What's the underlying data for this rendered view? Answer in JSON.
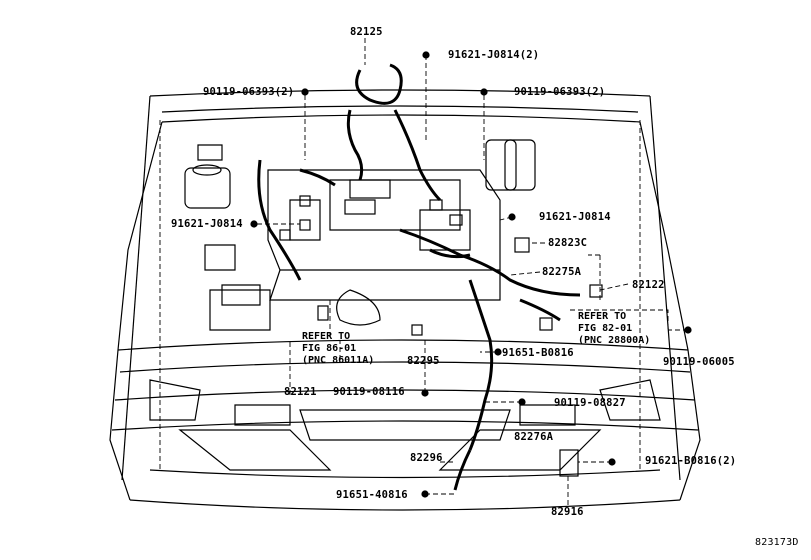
{
  "diagram_id": "823173D",
  "callouts": {
    "c82125": "82125",
    "c91621_j0814_2": "91621-J0814(2)",
    "c90119_06393_left": "90119-06393(2)",
    "c90119_06393_right": "90119-06393(2)",
    "c91621_j0814_left": "91621-J0814",
    "c91621_j0814_right": "91621-J0814",
    "c82823c": "82823C",
    "c82275a": "82275A",
    "c82122": "82122",
    "c82295": "82295",
    "c91651_b0816": "91651-B0816",
    "c90119_06005": "90119-06005",
    "c82121": "82121",
    "c90119_08116": "90119-08116",
    "c90119_08827": "90119-08827",
    "c82276a": "82276A",
    "c82296": "82296",
    "c91621_b0816_2": "91621-B0816(2)",
    "c91651_40816": "91651-40816",
    "c82916": "82916"
  },
  "refer_left": {
    "line1": "REFER TO",
    "line2": "FIG 86-01",
    "line3": "(PNC 86011A)"
  },
  "refer_right": {
    "line1": "REFER TO",
    "line2": "FIG 82-01",
    "line3": "(PNC 28800A)"
  },
  "colors": {
    "ink": "#000000",
    "paper": "#ffffff"
  }
}
